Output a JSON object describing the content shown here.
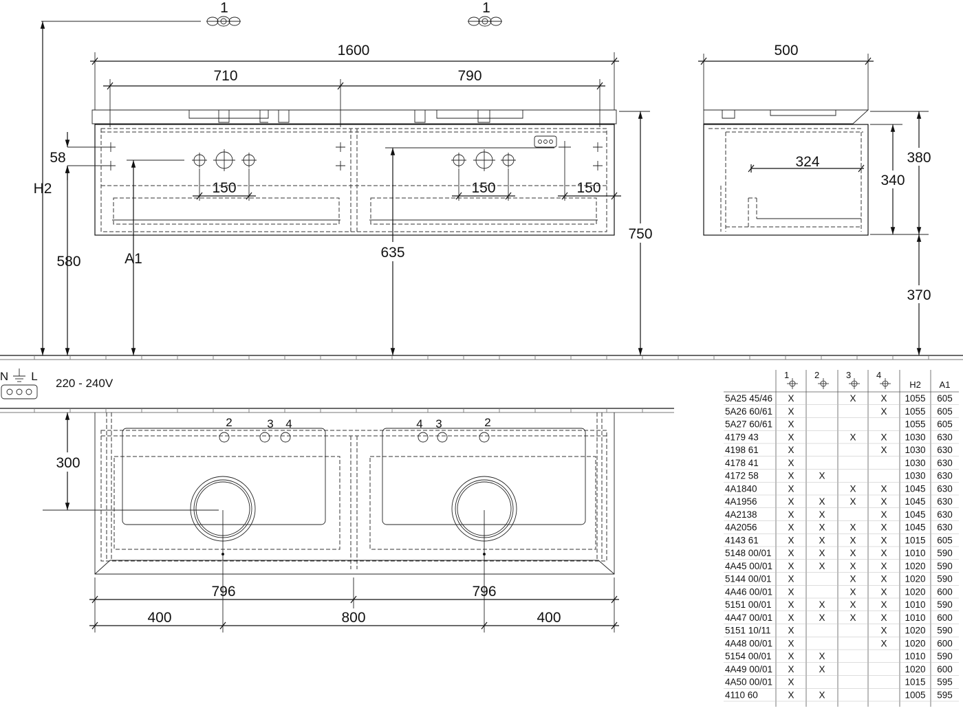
{
  "top_view": {
    "water_mark_1": "1",
    "water_mark_2": "1",
    "total_width": "1600",
    "left_width": "710",
    "right_width": "790",
    "dim_58": "58",
    "label_h2": "H2",
    "label_a1": "A1",
    "dim_580": "580",
    "dim_150_left": "150",
    "dim_150_mid": "150",
    "dim_150_right": "150",
    "dim_635": "635",
    "dim_750": "750"
  },
  "side_view": {
    "depth": "500",
    "dim_324": "324",
    "dim_340": "340",
    "dim_380": "380",
    "dim_370": "370"
  },
  "electrical": {
    "symbol_n": "N",
    "symbol_l": "L",
    "voltage": "220 - 240V"
  },
  "plan_view": {
    "dim_300": "300",
    "basin_left": "796",
    "basin_right": "796",
    "edge_left": "400",
    "center": "800",
    "edge_right": "400",
    "tap_labels_left": [
      "2",
      "3",
      "4"
    ],
    "tap_labels_right": [
      "4",
      "3",
      "2"
    ]
  },
  "table": {
    "headers": [
      "1",
      "2",
      "3",
      "4",
      "H2",
      "A1"
    ],
    "rows": [
      [
        "5A25 45/46",
        "X",
        "",
        "X",
        "X",
        "1055",
        "605"
      ],
      [
        "5A26 60/61",
        "X",
        "",
        "",
        "X",
        "1055",
        "605"
      ],
      [
        "5A27 60/61",
        "X",
        "",
        "",
        "",
        "1055",
        "605"
      ],
      [
        "4179 43",
        "X",
        "",
        "X",
        "X",
        "1030",
        "630"
      ],
      [
        "4198 61",
        "X",
        "",
        "",
        "X",
        "1030",
        "630"
      ],
      [
        "4178 41",
        "X",
        "",
        "",
        "",
        "1030",
        "630"
      ],
      [
        "4172 58",
        "X",
        "X",
        "",
        "",
        "1030",
        "630"
      ],
      [
        "4A1840",
        "X",
        "",
        "X",
        "X",
        "1045",
        "630"
      ],
      [
        "4A1956",
        "X",
        "X",
        "X",
        "X",
        "1045",
        "630"
      ],
      [
        "4A2138",
        "X",
        "X",
        "",
        "X",
        "1045",
        "630"
      ],
      [
        "4A2056",
        "X",
        "X",
        "X",
        "X",
        "1045",
        "630"
      ],
      [
        "4143 61",
        "X",
        "X",
        "X",
        "X",
        "1015",
        "605"
      ],
      [
        "5148 00/01",
        "X",
        "X",
        "X",
        "X",
        "1010",
        "590"
      ],
      [
        "4A45 00/01",
        "X",
        "X",
        "X",
        "X",
        "1020",
        "590"
      ],
      [
        "5144 00/01",
        "X",
        "",
        "X",
        "X",
        "1020",
        "590"
      ],
      [
        "4A46 00/01",
        "X",
        "",
        "X",
        "X",
        "1020",
        "600"
      ],
      [
        "5151 00/01",
        "X",
        "X",
        "X",
        "X",
        "1010",
        "590"
      ],
      [
        "4A47 00/01",
        "X",
        "X",
        "X",
        "X",
        "1010",
        "600"
      ],
      [
        "5151 10/11",
        "X",
        "",
        "",
        "X",
        "1020",
        "590"
      ],
      [
        "4A48 00/01",
        "X",
        "",
        "",
        "X",
        "1020",
        "600"
      ],
      [
        "5154 00/01",
        "X",
        "X",
        "",
        "",
        "1010",
        "590"
      ],
      [
        "4A49 00/01",
        "X",
        "X",
        "",
        "",
        "1020",
        "600"
      ],
      [
        "4A50 00/01",
        "X",
        "",
        "",
        "",
        "1015",
        "595"
      ],
      [
        "4110 60",
        "X",
        "X",
        "",
        "",
        "1005",
        "595"
      ]
    ]
  }
}
